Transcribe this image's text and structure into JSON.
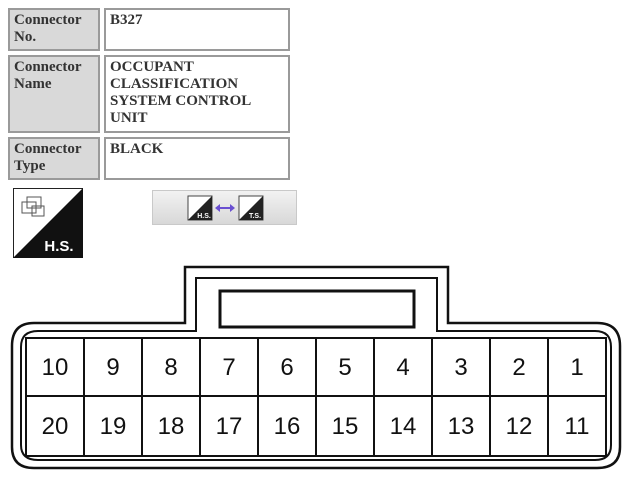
{
  "connector_info": {
    "no_label": "Connector No.",
    "no_value": "B327",
    "name_label": "Connector Name",
    "name_value": "OCCUPANT CLASSIFICATION SYSTEM CONTROL UNIT",
    "type_label": "Connector Type",
    "type_value": "BLACK"
  },
  "badge": {
    "text": "H.S."
  },
  "toggle": {
    "left_text": "H.S.",
    "right_text": "T.S.",
    "icon": "swap-arrow-icon"
  },
  "connector": {
    "top_row": [
      "10",
      "9",
      "8",
      "7",
      "6",
      "5",
      "4",
      "3",
      "2",
      "1"
    ],
    "bottom_row": [
      "20",
      "19",
      "18",
      "17",
      "16",
      "15",
      "14",
      "13",
      "12",
      "11"
    ]
  }
}
